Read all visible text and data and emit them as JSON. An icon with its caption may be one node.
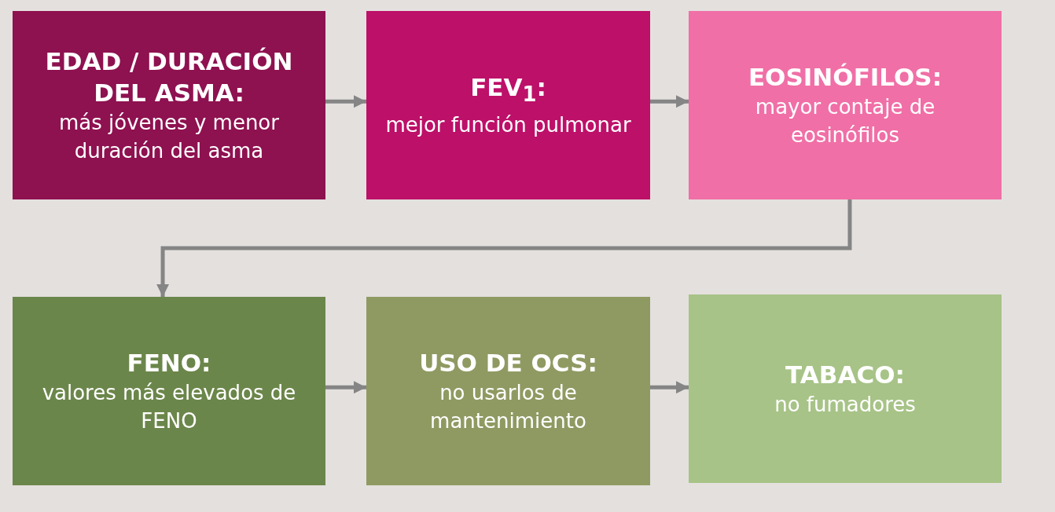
{
  "diagram": {
    "nodes": [
      {
        "text": [
          "EDAD / DURACIÓN DEL ASMA:",
          "más jóvenes y menor duración del asma"
        ]
      },
      {
        "text": [
          "FEV$_{1}$:",
          "mejor función pulmonar"
        ]
      },
      {
        "text": [
          "EOSINÓFILOS:",
          "mayor contaje de eosinófilos"
        ]
      },
      {
        "text": [
          "FENO:",
          "valores más elevados de FENO"
        ]
      },
      {
        "text": [
          "USO DE OCS:",
          "no usarlos de mantenimiento"
        ]
      },
      {
        "text": [
          "TABACO:",
          "no fumadores"
        ]
      }
    ],
    "edges": [
      {
        "from": 0,
        "to": 1,
        "arrow": "to"
      },
      {
        "from": 1,
        "to": 2,
        "arrow": "to"
      },
      {
        "from": 2,
        "to": 3,
        "arrow": "to"
      },
      {
        "from": 3,
        "to": 4,
        "arrow": "to"
      },
      {
        "from": 4,
        "to": 5,
        "arrow": "to"
      }
    ]
  }
}
